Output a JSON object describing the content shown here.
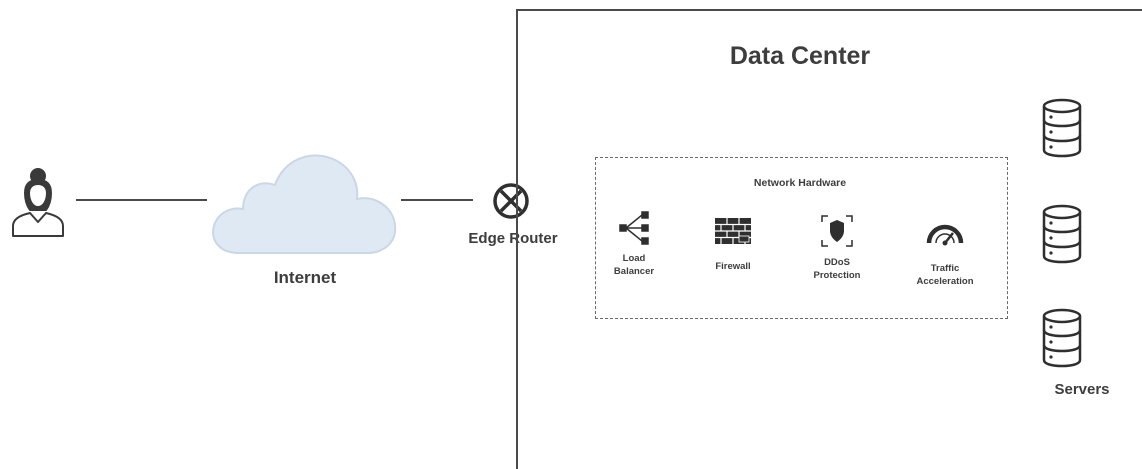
{
  "user": {
    "icon": "user-icon"
  },
  "internet": {
    "label": "Internet",
    "icon": "cloud-icon"
  },
  "edge_router": {
    "label": "Edge Router",
    "icon": "router-icon"
  },
  "data_center": {
    "title": "Data Center"
  },
  "network_hardware": {
    "title": "Network Hardware",
    "items": [
      {
        "label": "Load\nBalancer",
        "icon": "load-balancer-icon"
      },
      {
        "label": "Firewall",
        "icon": "firewall-icon"
      },
      {
        "label": "DDoS\nProtection",
        "icon": "shield-icon"
      },
      {
        "label": "Traffic\nAcceleration",
        "icon": "speedometer-icon"
      }
    ]
  },
  "servers": {
    "label": "Servers",
    "icon": "database-icon"
  },
  "colors": {
    "stroke": "#4a4a4a",
    "cloud_fill": "#dfe9f3",
    "text": "#3d3d3d"
  }
}
